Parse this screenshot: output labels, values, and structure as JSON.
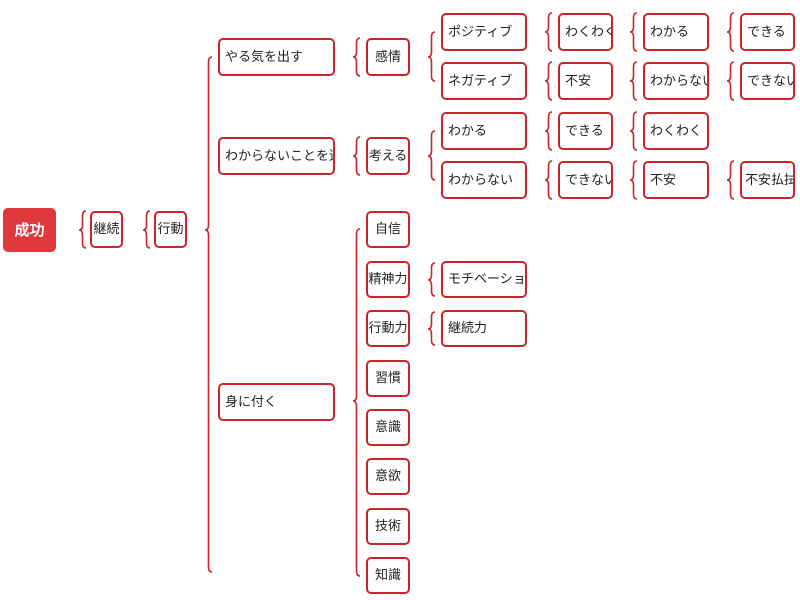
{
  "colors": {
    "line": "#c8262a",
    "root_fill": "#e0383d",
    "node_fill": "#ffffff",
    "text": "#222222"
  },
  "nodes": {
    "n01": "成功",
    "n02": "継続",
    "n03": "行動",
    "n04": "やる気を出す",
    "n05": "わからないことを追求",
    "n06": "身に付く",
    "n07": "感情",
    "n08": "考える",
    "n09": "ポジティブ",
    "n10": "ネガティブ",
    "n11": "わかる",
    "n12": "わからない",
    "n13": "わくわく",
    "n14": "わかる",
    "n15": "できる",
    "n16": "不安",
    "n17": "わからない",
    "n18": "できない",
    "n19": "できる",
    "n20": "わくわく",
    "n21": "できない",
    "n22": "不安",
    "n23": "不安払拭",
    "n24": "自信",
    "n25": "精神力",
    "n26": "モチベーション",
    "n27": "行動力",
    "n28": "継続力",
    "n29": "習慣",
    "n30": "意識",
    "n31": "意欲",
    "n32": "技術",
    "n33": "知識"
  }
}
